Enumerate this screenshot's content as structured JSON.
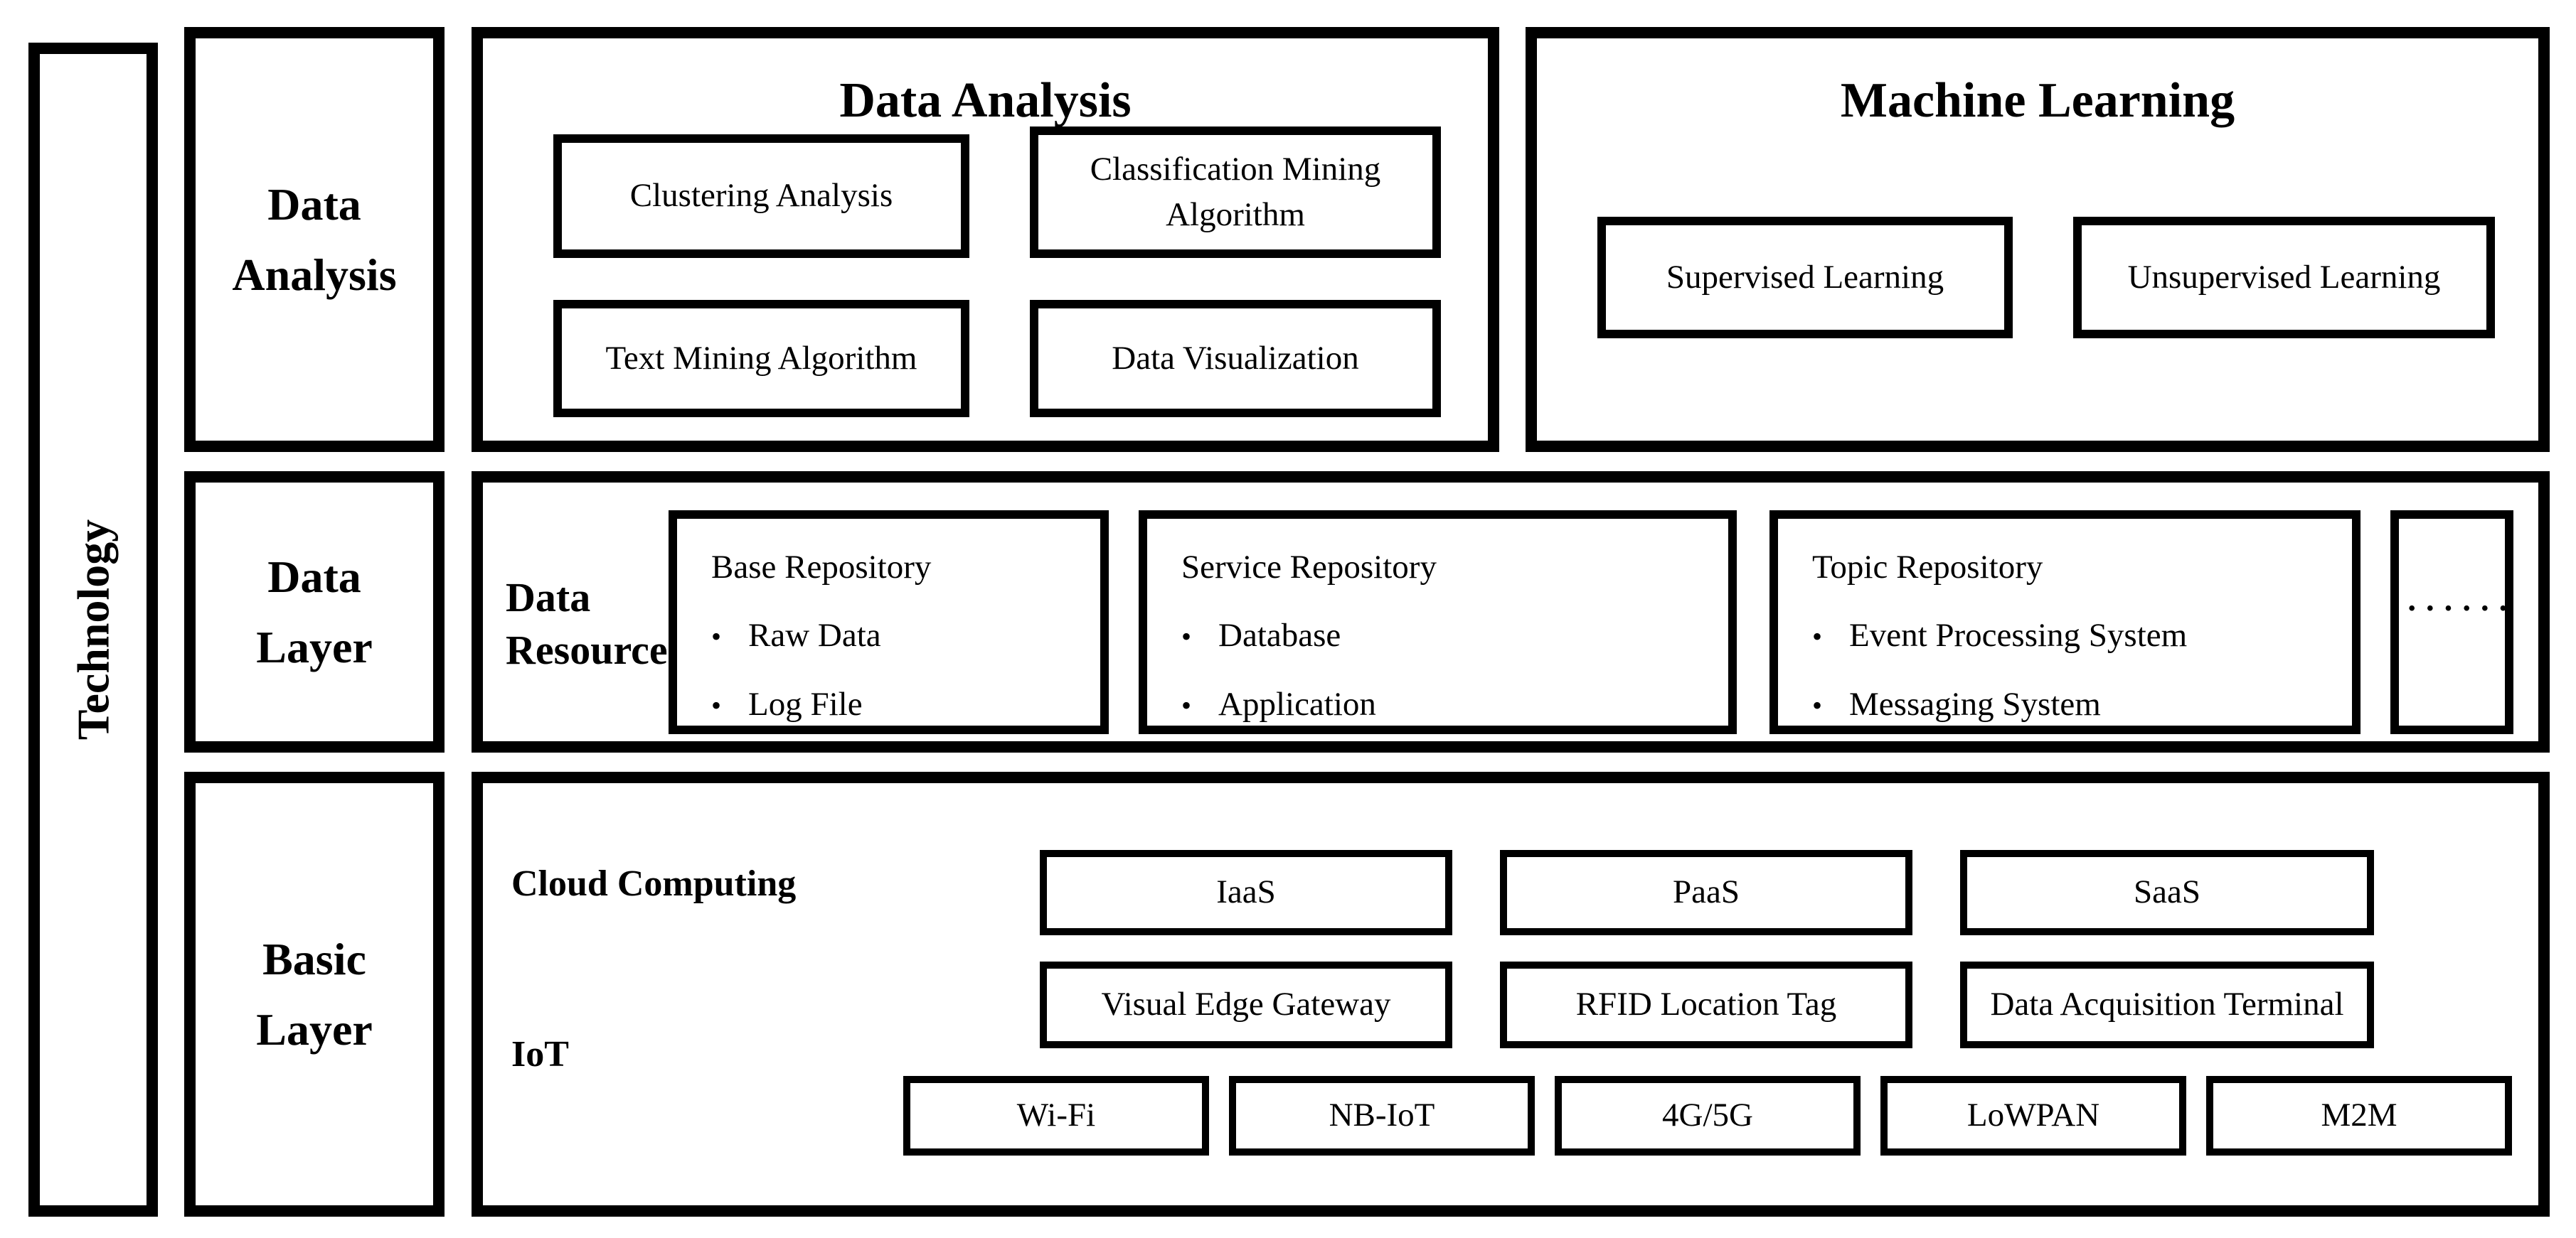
{
  "ui": {
    "bullet": "•"
  },
  "technology": {
    "label": "Technology"
  },
  "side_labels": {
    "data_analysis": {
      "line1": "Data",
      "line2": "Analysis"
    },
    "data_layer": {
      "line1": "Data",
      "line2": "Layer"
    },
    "basic_layer": {
      "line1": "Basic",
      "line2": "Layer"
    }
  },
  "data_analysis": {
    "title": "Data Analysis",
    "boxes": {
      "clustering": "Clustering Analysis",
      "classification": "Classification Mining Algorithm",
      "text_mining": "Text Mining Algorithm",
      "visualization": "Data Visualization"
    }
  },
  "machine_learning": {
    "title": "Machine Learning",
    "boxes": {
      "supervised": "Supervised Learning",
      "unsupervised": "Unsupervised Learning"
    }
  },
  "data_layer": {
    "resource_label": {
      "line1": "Data",
      "line2": "Resource"
    },
    "base_repository": {
      "title": "Base Repository",
      "items": [
        "Raw Data",
        "Log File"
      ]
    },
    "service_repository": {
      "title": "Service Repository",
      "items": [
        "Database",
        "Application"
      ]
    },
    "topic_repository": {
      "title": "Topic Repository",
      "items": [
        "Event Processing System",
        "Messaging System"
      ]
    },
    "ellipsis": "·······"
  },
  "basic_layer": {
    "cloud_label": "Cloud Computing",
    "cloud_boxes": [
      "IaaS",
      "PaaS",
      "SaaS"
    ],
    "iot_label": "IoT",
    "iot_row1": [
      "Visual Edge Gateway",
      "RFID Location Tag",
      "Data Acquisition Terminal"
    ],
    "iot_row2": [
      "Wi-Fi",
      "NB-IoT",
      "4G/5G",
      "LoWPAN",
      "M2M"
    ]
  }
}
